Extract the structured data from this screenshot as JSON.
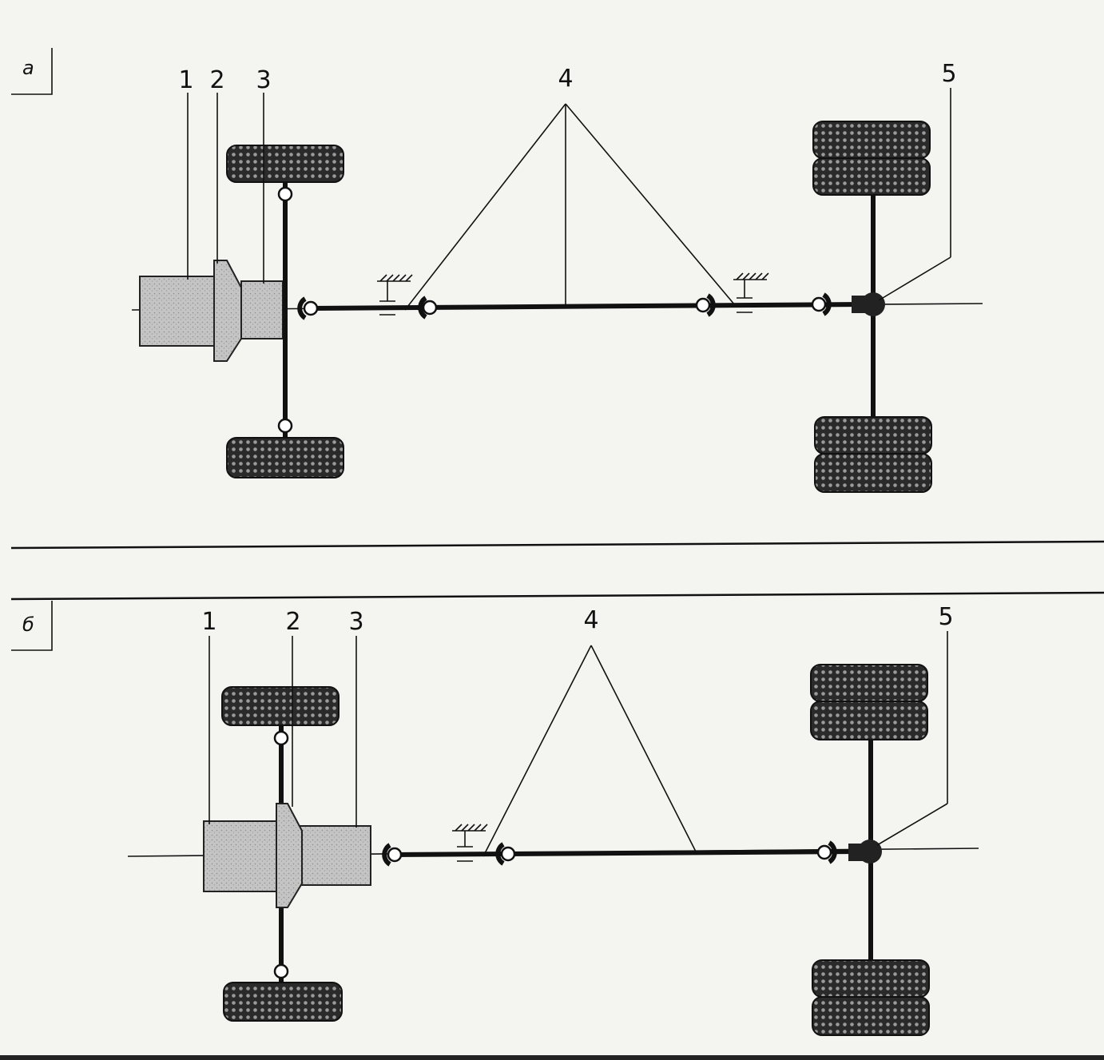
{
  "panels": [
    {
      "id": "a",
      "tag": "a",
      "callouts": [
        "1",
        "2",
        "3",
        "4",
        "5"
      ]
    },
    {
      "id": "b",
      "tag": "б",
      "callouts": [
        "1",
        "2",
        "3",
        "4",
        "5"
      ]
    }
  ],
  "colors": {
    "background": "#f4f4f1",
    "ink": "#111111",
    "unit_fill": "#bdbdbd",
    "tire_fill": "#2a2a2a"
  }
}
